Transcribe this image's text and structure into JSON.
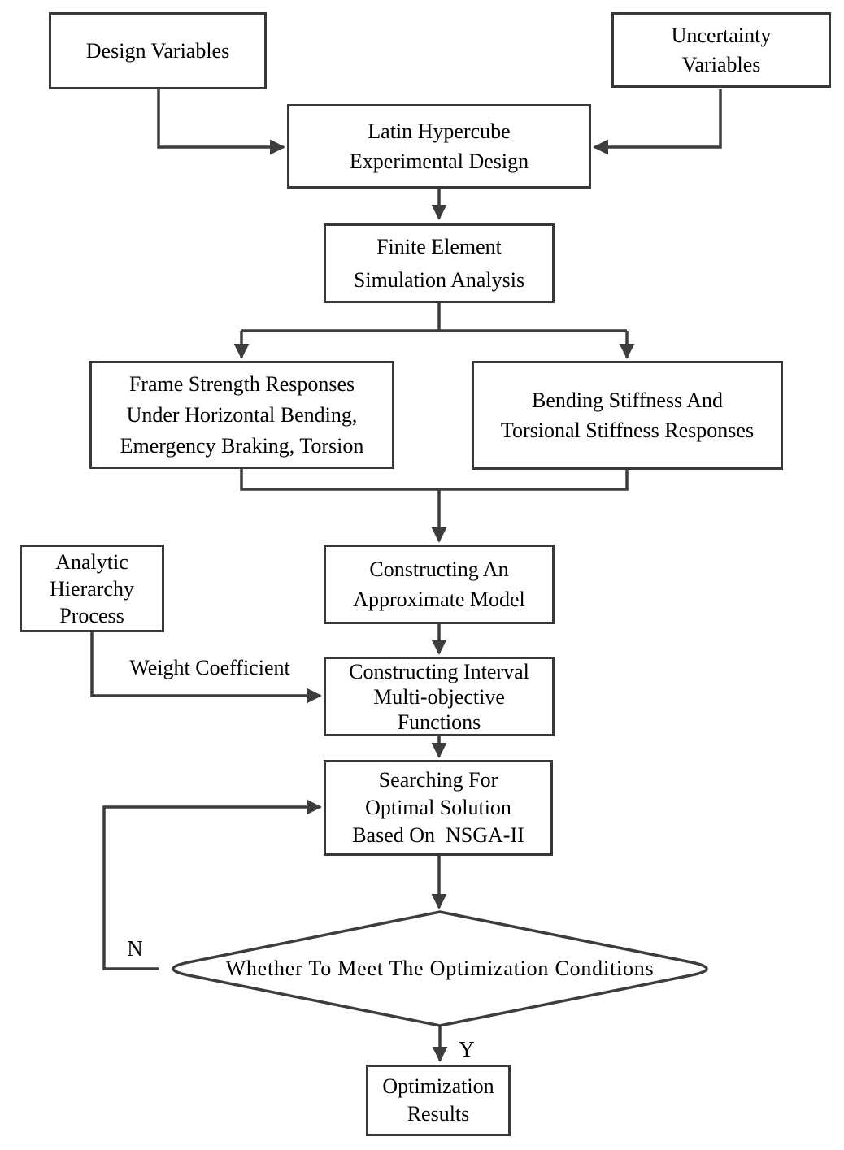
{
  "figure": {
    "type": "flowchart",
    "description": "Optimization workflow flowchart for frame design under uncertainty"
  },
  "colors": {
    "background": "#ffffff",
    "line": "#3d3d3d",
    "box_border": "#383838",
    "text": "#000000"
  },
  "nodes": {
    "design_variables": {
      "label": "Design Variables",
      "lines": [
        "Design Variables"
      ]
    },
    "uncertainty_variables": {
      "label": "Uncertainty Variables",
      "lines": [
        "Uncertainty",
        "Variables"
      ]
    },
    "latin_hypercube": {
      "label": "Latin Hypercube Experimental Design",
      "lines": [
        "Latin Hypercube",
        "Experimental Design"
      ]
    },
    "finite_element": {
      "label": "Finite Element Simulation Analysis",
      "lines": [
        "Finite Element",
        "Simulation Analysis"
      ]
    },
    "frame_strength": {
      "label": "Frame Strength Responses Under Horizontal Bending, Emergency Braking, Torsion",
      "lines": [
        "Frame Strength Responses",
        "Under Horizontal Bending,",
        "Emergency Braking, Torsion"
      ]
    },
    "bending_stiffness": {
      "label": "Bending Stiffness And Torsional Stiffness Responses",
      "lines": [
        "Bending Stiffness And",
        "Torsional Stiffness Responses"
      ]
    },
    "analytic_hierarchy": {
      "label": "Analytic Hierarchy Process",
      "lines": [
        "Analytic",
        "Hierarchy",
        "Process"
      ]
    },
    "approximate_model": {
      "label": "Constructing An Approximate Model",
      "lines": [
        "Constructing An",
        "Approximate Model"
      ]
    },
    "interval_functions": {
      "label": "Constructing Interval Multi-objective Functions",
      "lines": [
        "Constructing Interval",
        "Multi-objective",
        "Functions"
      ]
    },
    "searching_nsga2": {
      "label": "Searching For Optimal Solution Based On NSGA-II",
      "lines": [
        "Searching For",
        "Optimal Solution",
        "Based On  NSGA-II"
      ]
    },
    "decision": {
      "label": "Whether To Meet The Optimization Conditions",
      "shape": "diamond",
      "lines": [
        "Whether To Meet The Optimization Conditions"
      ]
    },
    "optimization_results": {
      "label": "Optimization Results",
      "lines": [
        "Optimization",
        "Results"
      ]
    }
  },
  "edges": [
    {
      "from": "design_variables",
      "to": "latin_hypercube"
    },
    {
      "from": "uncertainty_variables",
      "to": "latin_hypercube"
    },
    {
      "from": "latin_hypercube",
      "to": "finite_element"
    },
    {
      "from": "finite_element",
      "to": "frame_strength"
    },
    {
      "from": "finite_element",
      "to": "bending_stiffness"
    },
    {
      "from": "frame_strength",
      "to": "approximate_model"
    },
    {
      "from": "bending_stiffness",
      "to": "approximate_model"
    },
    {
      "from": "approximate_model",
      "to": "interval_functions"
    },
    {
      "from": "analytic_hierarchy",
      "to": "interval_functions",
      "label": "Weight Coefficient"
    },
    {
      "from": "interval_functions",
      "to": "searching_nsga2"
    },
    {
      "from": "searching_nsga2",
      "to": "decision"
    },
    {
      "from": "decision",
      "to": "searching_nsga2",
      "label": "N"
    },
    {
      "from": "decision",
      "to": "optimization_results",
      "label": "Y"
    }
  ]
}
